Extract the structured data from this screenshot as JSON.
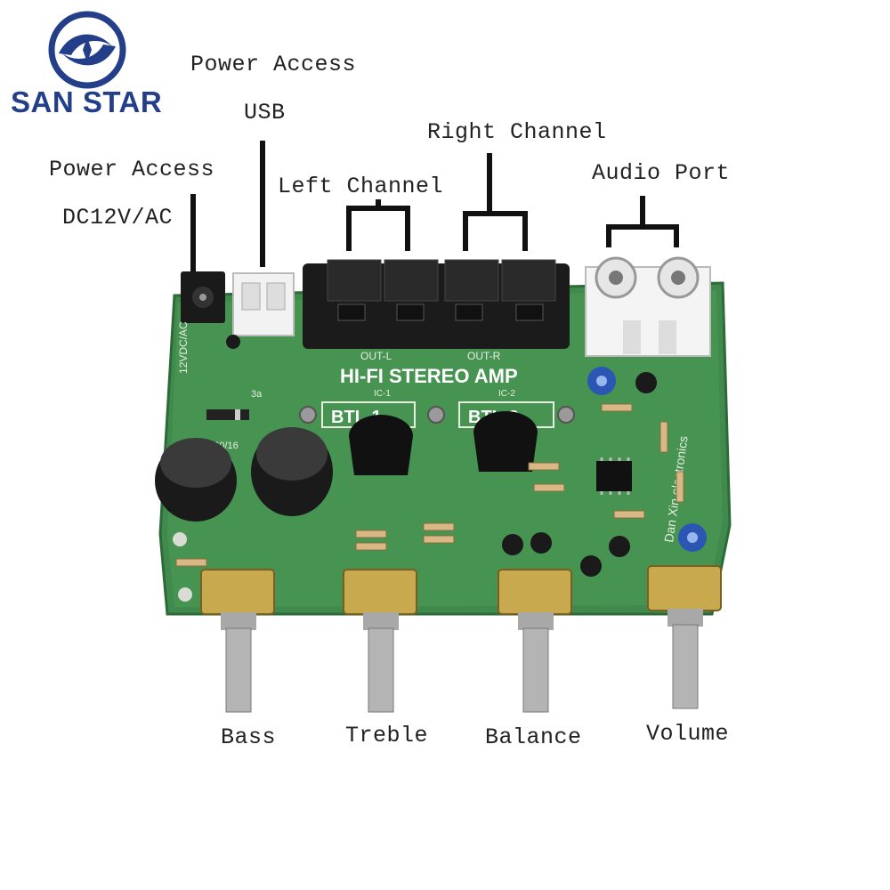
{
  "brand": {
    "name": "SAN STAR",
    "color": "#243f8a"
  },
  "callouts": {
    "power_usb_title": "Power Access",
    "power_usb_sub": "USB",
    "power_dc_title": "Power Access",
    "power_dc_sub": "DC12V/AC",
    "left_channel": "Left Channel",
    "right_channel": "Right Channel",
    "audio_port": "Audio Port"
  },
  "knobs": {
    "bass": "Bass",
    "treble": "Treble",
    "balance": "Balance",
    "volume": "Volume"
  },
  "board": {
    "title": "HI-FI STEREO AMP",
    "chip1": "BTL-1",
    "chip2": "BTL-2",
    "out_l": "OUT-L",
    "out_r": "OUT-R",
    "ic1": "IC-1",
    "ic2": "IC-2",
    "power_rating": "12VDC/AC",
    "fuse": "3a",
    "cap_main": "3300/16",
    "silk_vendor": "Dan Xin electronics",
    "board_color": "#3f8a4c",
    "label_color": "#222222"
  }
}
